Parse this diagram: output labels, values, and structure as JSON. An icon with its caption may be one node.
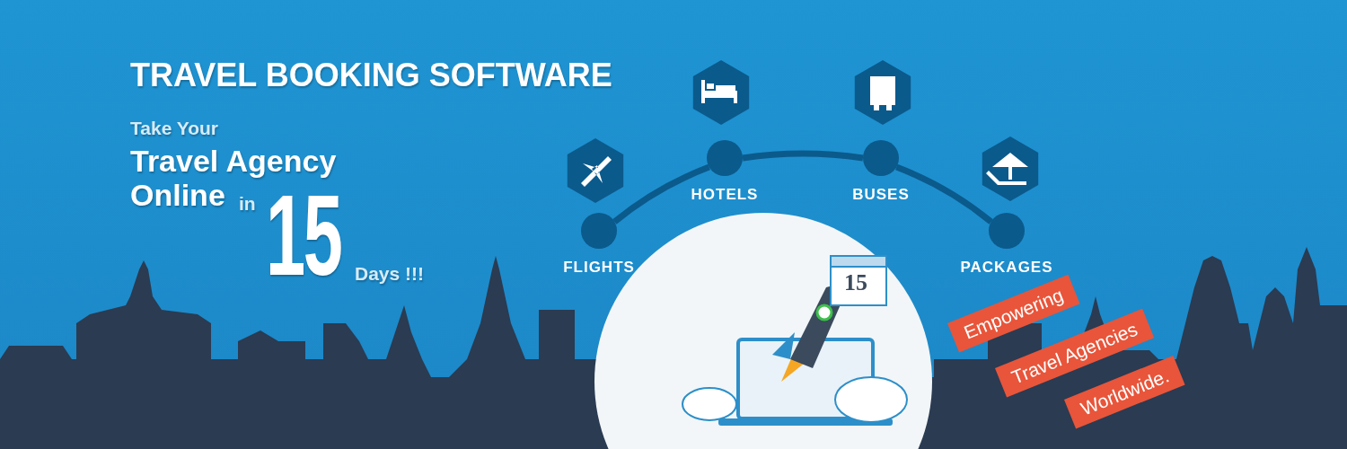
{
  "diagram": {
    "title": "TRAVEL BOOKING SOFTWARE",
    "nodes": [
      {
        "text": [
          "FLIGHTS"
        ]
      },
      {
        "text": [
          "HOTELS"
        ]
      },
      {
        "text": [
          "BUSES"
        ]
      },
      {
        "text": [
          "PACKAGES"
        ]
      }
    ],
    "edges": [
      {
        "from": 0,
        "to": 1,
        "arrow": "none"
      },
      {
        "from": 1,
        "to": 2,
        "arrow": "none"
      },
      {
        "from": 2,
        "to": 3,
        "arrow": "none"
      }
    ],
    "labels": [
      "Take Your",
      "Travel Agency",
      "Online",
      "in",
      "15",
      "Days !!!",
      "15",
      "Empowering",
      "Travel Agencies",
      "Worldwide."
    ]
  }
}
